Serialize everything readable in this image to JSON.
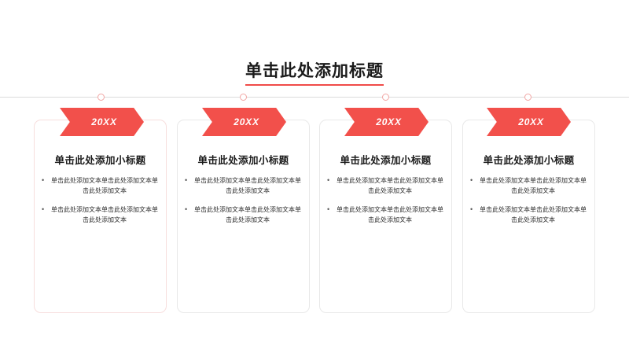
{
  "slide": {
    "background_color": "#ffffff",
    "accent_color": "#f2504b",
    "title": "单击此处添加标题"
  },
  "timeline": {
    "rail_color": "#dcdcdc",
    "dot_border_color": "#f2a7a5",
    "dot_count": 4
  },
  "cards": [
    {
      "ribbon_label": "20XX",
      "heading": "单击此处添加小标题",
      "bullet_marker": "•",
      "bullets": [
        "单击此处添加文本单击此处添加文本单击此处添加文本",
        "单击此处添加文本单击此处添加文本单击此处添加文本"
      ]
    },
    {
      "ribbon_label": "20XX",
      "heading": "单击此处添加小标题",
      "bullet_marker": "•",
      "bullets": [
        "单击此处添加文本单击此处添加文本单击此处添加文本",
        "单击此处添加文本单击此处添加文本单击此处添加文本"
      ]
    },
    {
      "ribbon_label": "20XX",
      "heading": "单击此处添加小标题",
      "bullet_marker": "•",
      "bullets": [
        "单击此处添加文本单击此处添加文本单击此处添加文本",
        "单击此处添加文本单击此处添加文本单击此处添加文本"
      ]
    },
    {
      "ribbon_label": "20XX",
      "heading": "单击此处添加小标题",
      "bullet_marker": "•",
      "bullets": [
        "单击此处添加文本单击此处添加文本单击此处添加文本",
        "单击此处添加文本单击此处添加文本单击此处添加文本"
      ]
    }
  ]
}
